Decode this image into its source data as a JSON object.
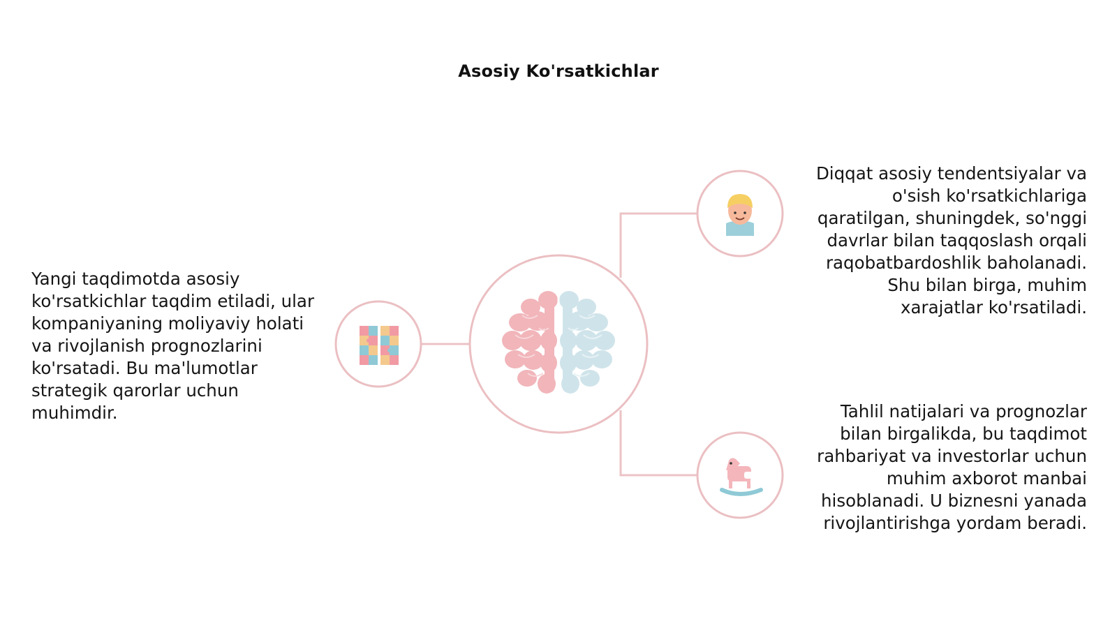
{
  "title": "Asosiy Ko'rsatkichlar",
  "colors": {
    "connector": "#ecc3c5",
    "circle_stroke": "#ebbfc2",
    "brain_left": "#f0b3b8",
    "brain_right": "#cfe4ea",
    "text": "#151515"
  },
  "nodes": {
    "center": {
      "icon": "brain-icon"
    },
    "left": {
      "icon": "puzzle-icon",
      "text": "Yangi taqdimotda asosiy ko'rsatkichlar taqdim etiladi, ular kompaniyaning moliyaviy holati va rivojlanish prognozlarini ko'rsatadi. Bu ma'lumotlar strategik qarorlar uchun muhimdir."
    },
    "right_top": {
      "icon": "child-icon",
      "text": "Diqqat asosiy tendentsiyalar va o'sish ko'rsatkichlariga qaratilgan, shuningdek, so'nggi davrlar bilan taqqoslash orqali raqobatbardoshlik baholanadi. Shu bilan birga, muhim xarajatlar ko'rsatiladi."
    },
    "right_bottom": {
      "icon": "rocking-horse-icon",
      "text": "Tahlil natijalari va prognozlar bilan birgalikda, bu taqdimot rahbariyat va investorlar uchun muhim axborot manbai hisoblanadi. U biznesni yanada rivojlantirishga yordam beradi."
    }
  }
}
